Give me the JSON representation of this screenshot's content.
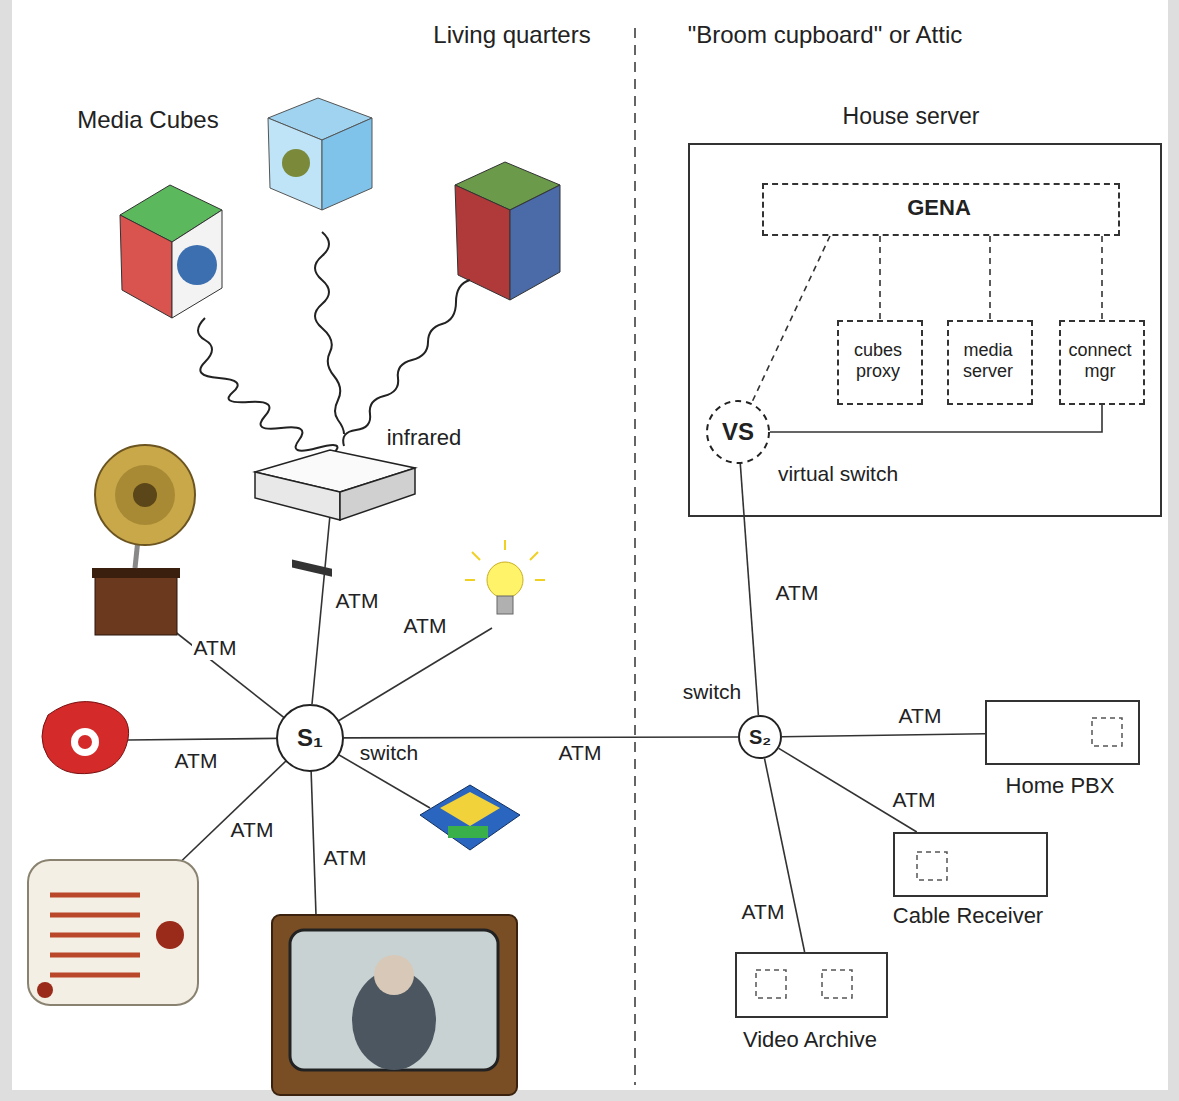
{
  "diagram": {
    "nodes": [
      {
        "text": [
          "House server"
        ]
      },
      {
        "text": [
          "GENA"
        ],
        "in": 0
      },
      {
        "text": [
          "cubes proxy"
        ],
        "in": 0
      },
      {
        "text": [
          "media server"
        ],
        "in": 0
      },
      {
        "text": [
          "connect mgr"
        ],
        "in": 0
      },
      {
        "text": [
          "VS",
          "virtual switch"
        ],
        "in": 0
      },
      {
        "text": [
          "S₁",
          "switch"
        ]
      },
      {
        "text": [
          "S₂",
          "switch"
        ]
      },
      {
        "text": [
          "Home PBX"
        ]
      },
      {
        "text": [
          "Cable Receiver"
        ]
      },
      {
        "text": [
          "Video Archive"
        ]
      }
    ],
    "edges": [
      {
        "from": 1,
        "to": 2,
        "arrow": "none"
      },
      {
        "from": 1,
        "to": 3,
        "arrow": "none"
      },
      {
        "from": 1,
        "to": 4,
        "arrow": "none"
      },
      {
        "from": 1,
        "to": 5,
        "arrow": "none"
      },
      {
        "from": 4,
        "to": 5,
        "arrow": "none"
      },
      {
        "from": 6,
        "to": 7,
        "label": "ATM",
        "arrow": "none"
      },
      {
        "from": 7,
        "to": 5,
        "label": "ATM",
        "arrow": "none"
      },
      {
        "from": 7,
        "to": 8,
        "label": "ATM",
        "arrow": "none"
      },
      {
        "from": 7,
        "to": 9,
        "label": "ATM",
        "arrow": "none"
      },
      {
        "from": 7,
        "to": 10,
        "label": "ATM",
        "arrow": "none"
      }
    ],
    "labels": [
      "Living quarters",
      "\"Broom cupboard\" or Attic",
      "Media Cubes",
      "infrared",
      "ATM",
      "ATM",
      "ATM",
      "ATM",
      "ATM",
      "ATM"
    ]
  }
}
